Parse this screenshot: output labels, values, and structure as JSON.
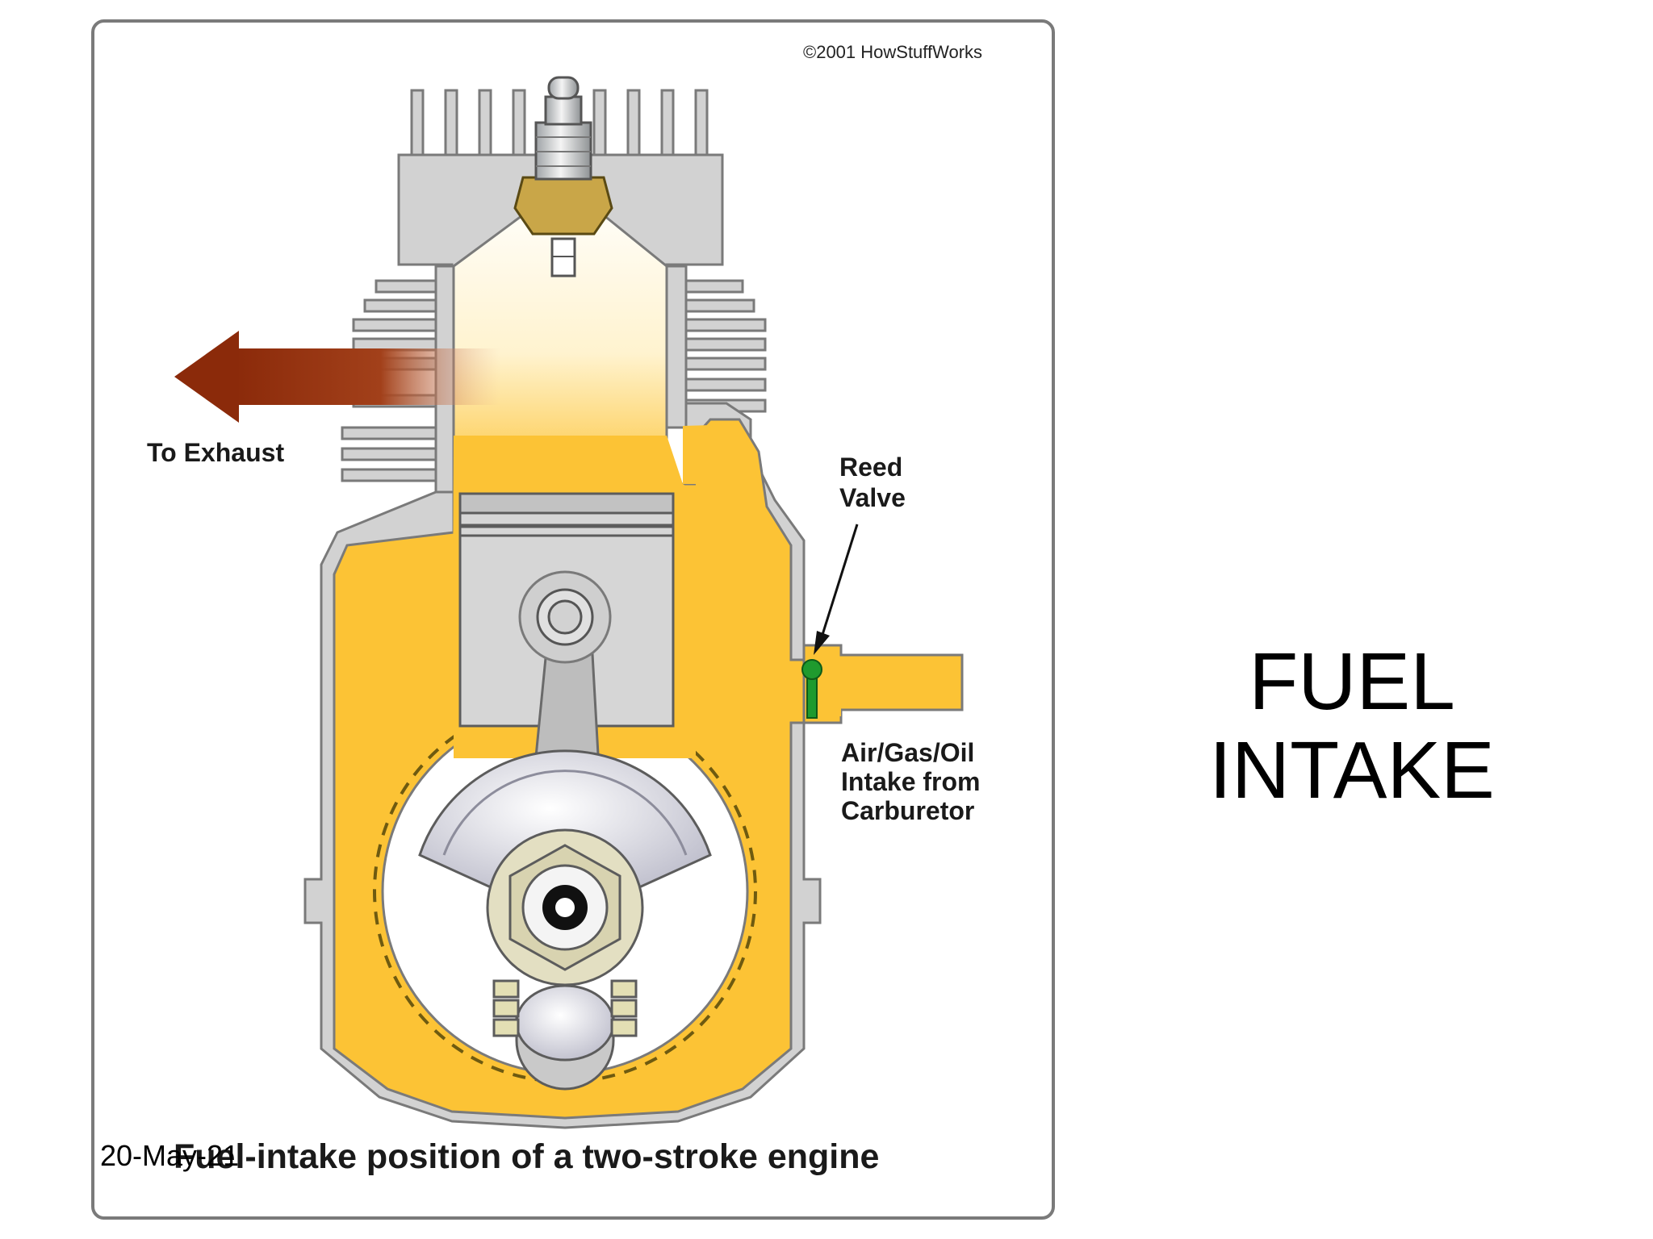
{
  "slide": {
    "title_line1": "FUEL",
    "title_line2": "INTAKE",
    "date": "20-May-21"
  },
  "figure": {
    "copyright": "©2001 HowStuffWorks",
    "caption": "Fuel-intake position of a two-stroke engine",
    "labels": {
      "exhaust": "To Exhaust",
      "reed_line1": "Reed",
      "reed_line2": "Valve",
      "intake_line1": "Air/Gas/Oil",
      "intake_line2": "Intake from",
      "intake_line3": "Carburetor"
    }
  },
  "colors": {
    "fuel": "#fcc335",
    "metal": "#d2d2d2",
    "metal_outline": "#7a7a7a",
    "exhaust": "#8b2a0a",
    "reed_valve": "#1f9a2e"
  }
}
